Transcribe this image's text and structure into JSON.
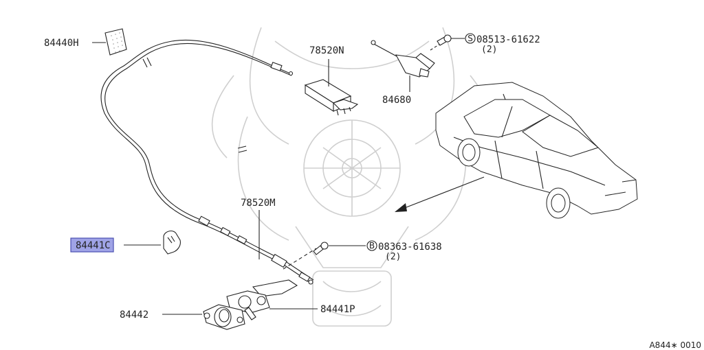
{
  "labels": {
    "p84440h": "84440H",
    "p78520n": "78520N",
    "p84680": "84680",
    "p78520m": "78520M",
    "p84441c": "84441C",
    "p84442": "84442",
    "p84441p": "84441P"
  },
  "bolts": [
    {
      "prefix": "S",
      "number": "08513-61622",
      "qty": "(2)"
    },
    {
      "prefix": "B",
      "number": "08363-61638",
      "qty": "(2)"
    }
  ],
  "diagram_ref": "A844∗ 0010",
  "highlight": {
    "color": "#9fa3e6",
    "part": "84441C"
  }
}
